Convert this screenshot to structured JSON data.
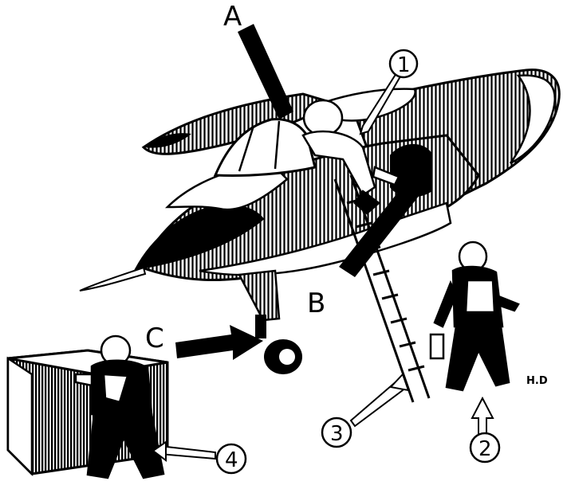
{
  "letters": {
    "a": "A",
    "b": "B",
    "c": "C"
  },
  "numbers": {
    "n1": "1",
    "n2": "2",
    "n3": "3",
    "n4": "4"
  },
  "signature": "H.D",
  "colors": {
    "ink": "#000000",
    "paper": "#ffffff"
  }
}
